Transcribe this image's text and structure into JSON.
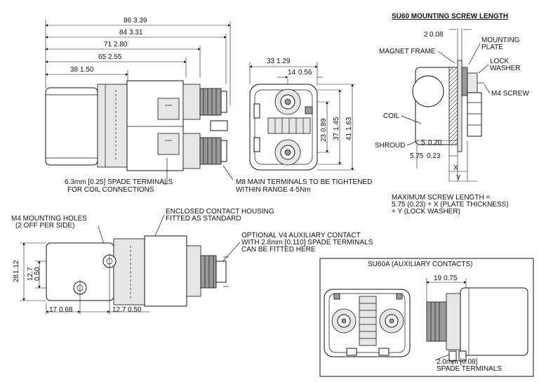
{
  "top_view": {
    "dims": [
      "86",
      "3.39",
      "84",
      "3.31",
      "71",
      "2.80",
      "65",
      "2.55",
      "38",
      "1.50"
    ],
    "callout_coil": [
      "6.3mm [0.25] SPADE TERMINALS",
      "FOR COIL CONNECTIONS"
    ],
    "callout_main": [
      "M8 MAIN TERMINALS TO BE TIGHTENED",
      "WITHIN RANGE 4-5Nm"
    ]
  },
  "end_view": {
    "dims": [
      "33",
      "1.29",
      "14",
      "0.56",
      "23",
      "0.89",
      "37",
      "1.45",
      "41",
      "1.63"
    ]
  },
  "screw_detail": {
    "title": "SU60 MOUNTING SCREW LENGTH",
    "labels": {
      "dim2": "2",
      "dim2_in": "0.08",
      "mounting_plate": [
        "MOUNTING",
        "PLATE"
      ],
      "magnet_frame": "MAGNET FRAME",
      "lock_washer": [
        "LOCK",
        "WASHER"
      ],
      "m4_screw": "M4 SCREW",
      "coil": "COIL",
      "shroud": "SHROUD",
      "dim5": "5",
      "dim5_in": "0.20",
      "dim575": "5.75",
      "dim575_in": "0.23",
      "x": "X",
      "y": "Y"
    },
    "formula": [
      "MAXIMUM SCREW LENGTH =",
      "5.75 (0.23) + X (PLATE THICKNESS)",
      "+ Y (LOCK WASHER)"
    ]
  },
  "side_view": {
    "callout_holes": [
      "M4 MOUNTING HOLES",
      "(2 OFF PER SIDE)"
    ],
    "callout_housing": [
      "ENCLOSED CONTACT HOUSING",
      "FITTED AS STANDARD"
    ],
    "callout_aux": [
      "OPTIONAL V4 AUXILIARY CONTACT",
      "WITH 2.8mm [0.110] SPADE TERMINALS",
      "CAN BE FITTED HERE"
    ],
    "dims": [
      "28",
      "1.12",
      "12.7",
      "0.50",
      "17",
      "0.68",
      "12.7",
      "0.50"
    ]
  },
  "aux_panel": {
    "title": "SU60A (AUXILIARY CONTACTS)",
    "dims": [
      "19",
      "0.75"
    ],
    "callout_spade": [
      "2.0mm [0.08]",
      "SPADE TERMINALS"
    ]
  }
}
